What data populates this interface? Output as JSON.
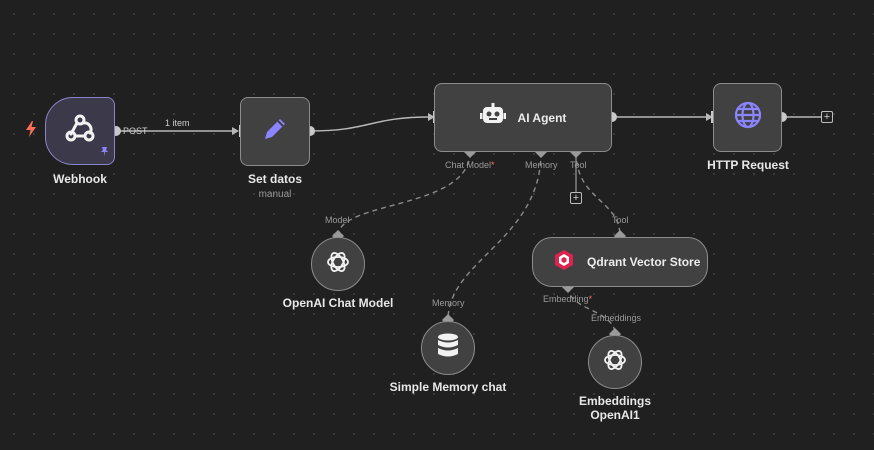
{
  "nodes": {
    "webhook": {
      "label": "Webhook"
    },
    "set_datos": {
      "label": "Set datos",
      "sublabel": "manual"
    },
    "ai_agent": {
      "label": "AI Agent"
    },
    "http_request": {
      "label": "HTTP Request"
    },
    "openai_chat_model": {
      "label": "OpenAI Chat Model"
    },
    "simple_memory": {
      "label": "Simple Memory chat"
    },
    "qdrant": {
      "label": "Qdrant Vector Store"
    },
    "embeddings": {
      "label_line1": "Embeddings",
      "label_line2": "OpenAI1"
    }
  },
  "connections": {
    "webhook_method": "POST",
    "webhook_items": "1 item"
  },
  "ports": {
    "agent_chat_model": "Chat Model",
    "agent_memory": "Memory",
    "agent_tool": "Tool",
    "model_in": "Model",
    "memory_in": "Memory",
    "tool_in": "Tool",
    "qdrant_embedding": "Embedding",
    "embeddings_in": "Embeddings"
  },
  "icons": {
    "webhook": "webhook-icon",
    "set_datos": "pencil-icon",
    "ai_agent": "robot-icon",
    "http_request": "globe-icon",
    "openai": "openai-icon",
    "memory": "database-icon",
    "qdrant": "qdrant-icon",
    "trigger": "lightning-bolt-icon",
    "pin": "pin-icon",
    "add": "plus-icon"
  },
  "colors": {
    "background": "#202020",
    "node_fill": "#414141",
    "node_border": "#8c8c8c",
    "webhook_border": "#8a85c9",
    "pencil": "#8a85ff",
    "globe": "#8a85ff",
    "trigger": "#ff6d5a",
    "required": "#ff6d6d"
  }
}
